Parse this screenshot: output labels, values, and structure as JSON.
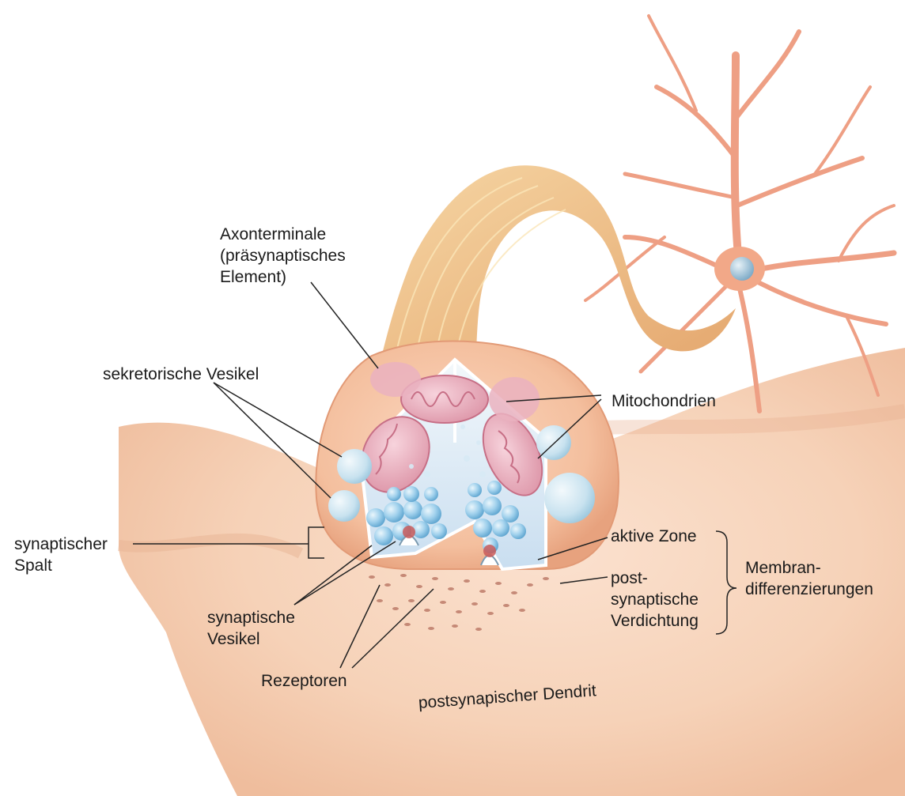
{
  "labels": {
    "axonterminal": [
      "Axonterminale",
      "(präsynaptisches",
      "Element)"
    ],
    "secretory_vesicles": "sekretorische Vesikel",
    "mitochondria": "Mitochondrien",
    "synaptic_cleft": [
      "synaptischer",
      "Spalt"
    ],
    "active_zone": "aktive Zone",
    "postsynaptic_density": [
      "post-",
      "synaptische",
      "Verdichtung"
    ],
    "membrane_differentiations": [
      "Membran-",
      "differenzierungen"
    ],
    "synaptic_vesicles": [
      "synaptische",
      "Vesikel"
    ],
    "receptors": "Rezeptoren",
    "dendrite": "postsynapischer Dendrit"
  },
  "colors": {
    "membrane": "#f2c6a6",
    "neuron": "#f0a78a",
    "axon": "#e9b67a",
    "mitochondria": "#e9a9b6",
    "vesicle": "#8fc6e6",
    "cytoplasm": "#d9e9f4"
  }
}
